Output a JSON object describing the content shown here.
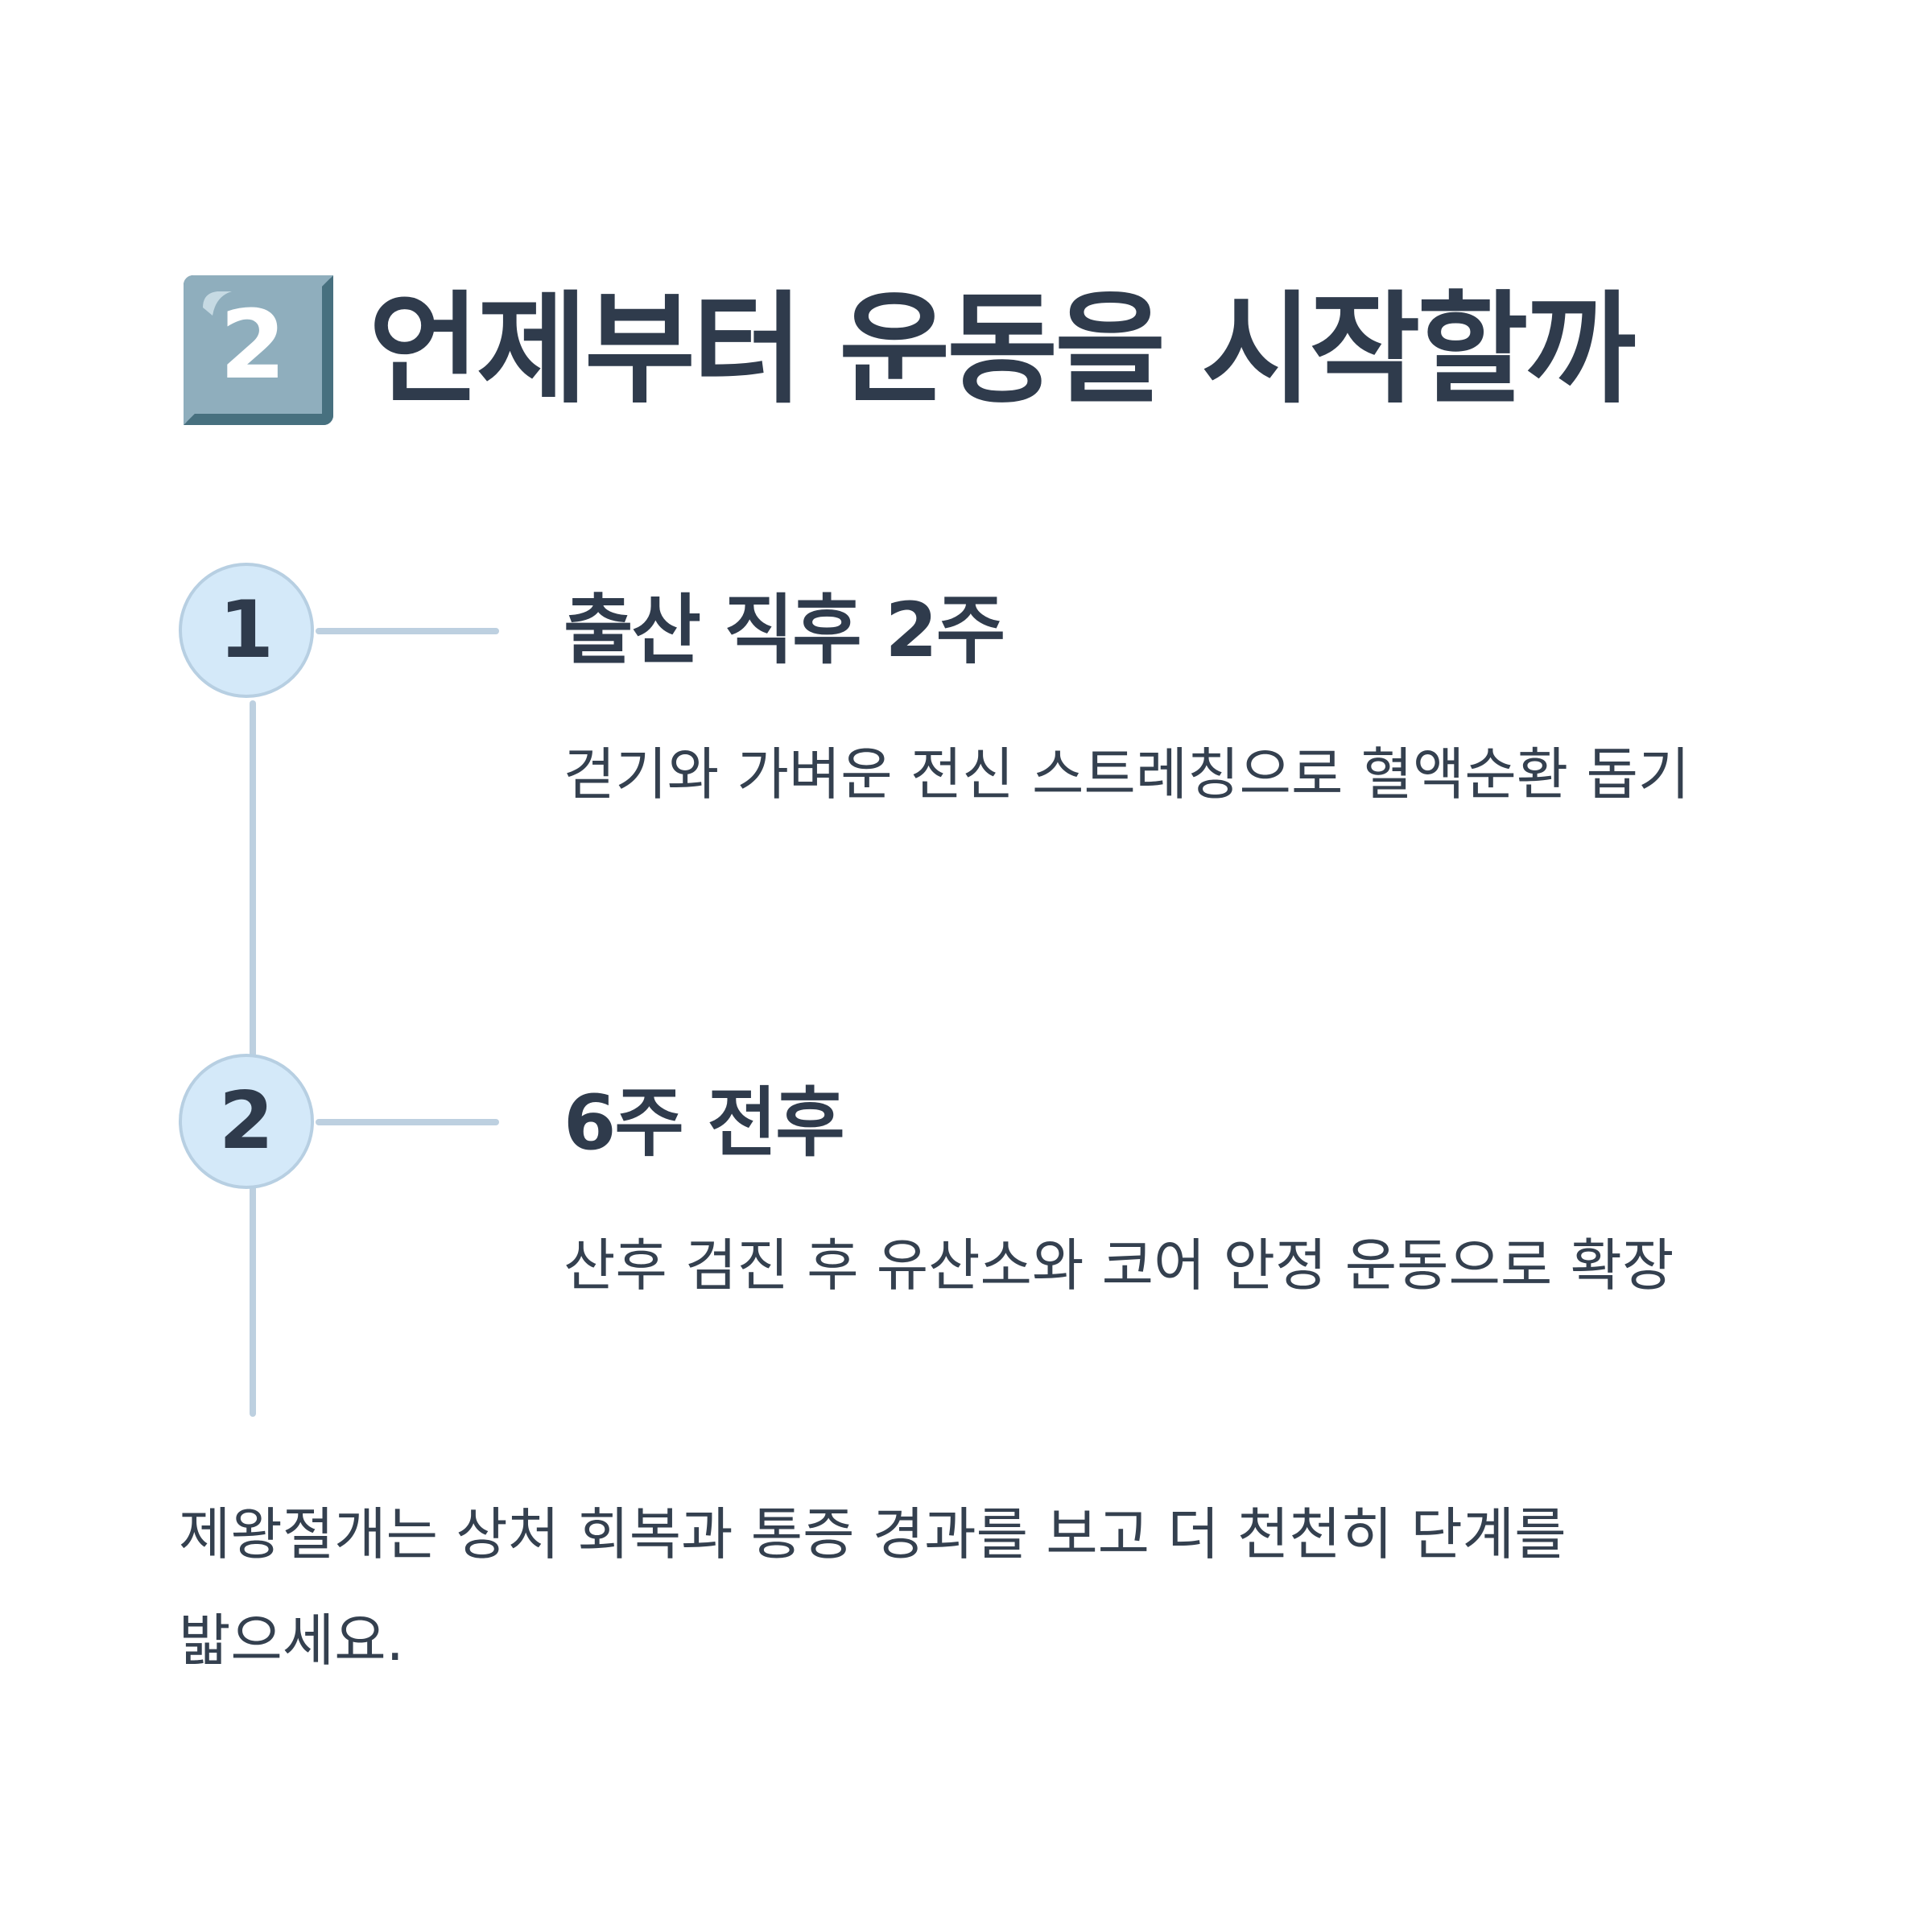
{
  "header": {
    "keycap_number": "2",
    "title": "언제부터 운동을 시작할까"
  },
  "steps": [
    {
      "number": "1",
      "title": "출산 직후 2주",
      "description": "걷기와 가벼운 전신 스트레칭으로 혈액순환 돕기"
    },
    {
      "number": "2",
      "title": "6주 전후",
      "description": "산후 검진 후 유산소와 코어 안정 운동으로 확장"
    }
  ],
  "footer": {
    "note": "제왕절개는 상처 회복과 통증 경과를 보고 더 천천히 단계를 밟으세요."
  },
  "colors": {
    "text": "#2f3b4c",
    "circle_fill": "#d4e9f9",
    "line": "#bdd0e0",
    "keycap_light": "#8faebd",
    "keycap_dark": "#47707f"
  }
}
